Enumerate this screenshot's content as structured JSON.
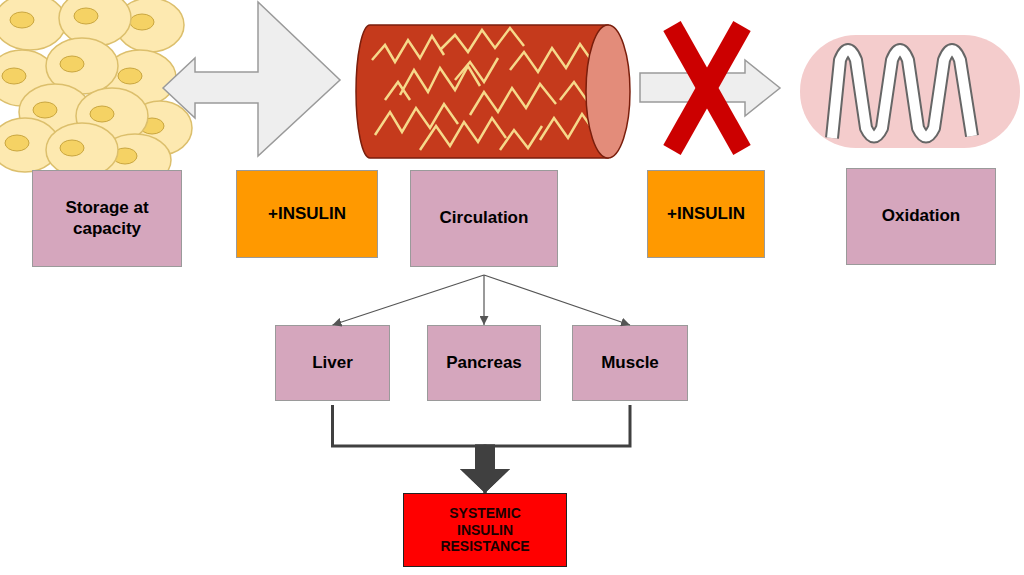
{
  "diagram": {
    "nodes": [
      {
        "text": [
          "Storage at capacity"
        ]
      },
      {
        "text": [
          "+INSULIN"
        ]
      },
      {
        "text": [
          "Circulation"
        ]
      },
      {
        "text": [
          "+INSULIN"
        ]
      },
      {
        "text": [
          "Oxidation"
        ]
      },
      {
        "text": [
          "Liver"
        ]
      },
      {
        "text": [
          "Pancreas"
        ]
      },
      {
        "text": [
          "Muscle"
        ]
      },
      {
        "text": [
          "SYSTEMIC INSULIN RESISTANCE"
        ]
      }
    ],
    "edges": [
      {
        "from": 2,
        "to": 5,
        "arrow": "to"
      },
      {
        "from": 2,
        "to": 6,
        "arrow": "to"
      },
      {
        "from": 2,
        "to": 7,
        "arrow": "to"
      },
      {
        "from": 5,
        "to": 8,
        "arrow": "to"
      },
      {
        "from": 7,
        "to": 8,
        "arrow": "to"
      }
    ]
  }
}
